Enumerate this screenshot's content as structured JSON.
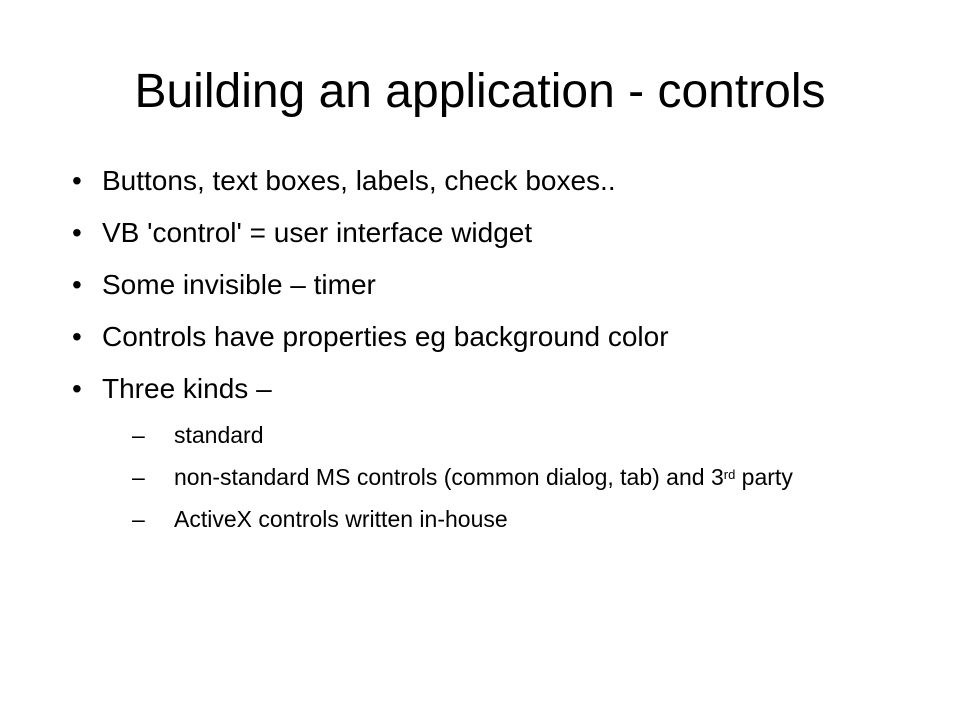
{
  "slide": {
    "title": "Building an application - controls",
    "bullet_marker": "•",
    "sub_marker": "–",
    "bullets": [
      "Buttons, text boxes, labels, check boxes..",
      "VB 'control' = user interface widget",
      "Some invisible – timer",
      "Controls have properties eg background color",
      "Three kinds –"
    ],
    "sub_items": [
      "standard",
      "non-standard MS controls (common dialog, tab) and 3",
      "rd",
      " party",
      "ActiveX controls written in-house"
    ]
  }
}
